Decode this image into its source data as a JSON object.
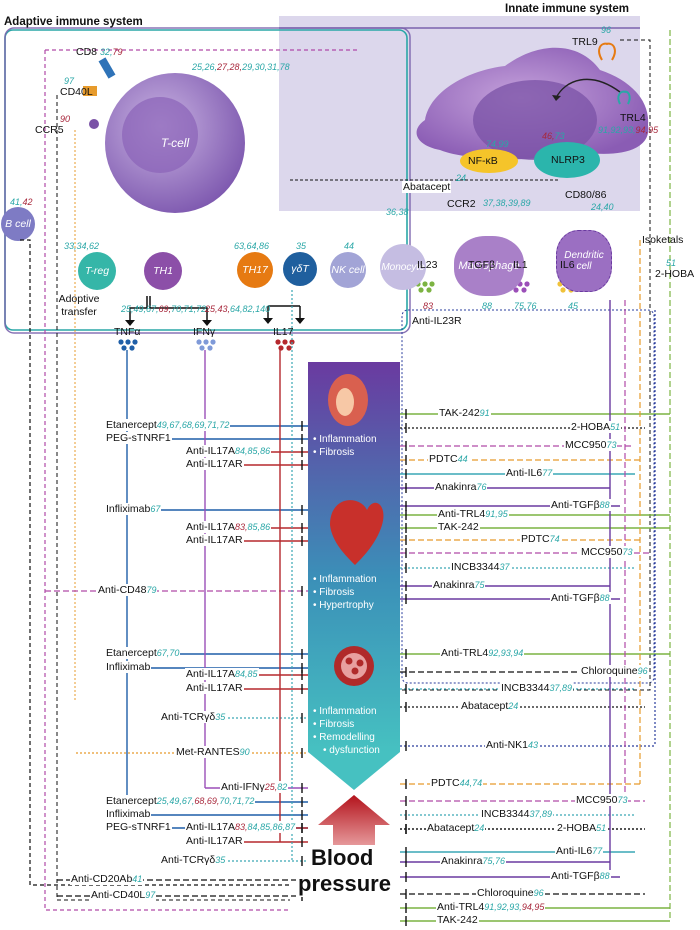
{
  "headers": {
    "adaptive": "Adaptive immune system",
    "innate": "Innate immune system"
  },
  "cells": {
    "tcell": "T-cell",
    "bcell": "B cell",
    "treg": "T-reg",
    "th1": "TH1",
    "th17": "TH17",
    "gdt": "γδT",
    "nk": "NK cell",
    "monocyte": "Monocyte",
    "macrophage": "Macrophage",
    "dendritic": "Dendritic cell",
    "nfkb": "NF-κB",
    "nlrp3": "NLRP3"
  },
  "receptors": {
    "cd8": "CD8",
    "cd40l": "CD40L",
    "ccr5": "CCR5",
    "trl9": "TRL9",
    "trl4": "TRL4",
    "ccr2": "CCR2",
    "cd80": "CD80/86"
  },
  "cytokines": {
    "tnfa": "TNFα",
    "ifng": "IFNγ",
    "il17": "IL17",
    "il23": "IL23",
    "tgfb": "TGFβ",
    "il1": "IL1",
    "il6": "IL6"
  },
  "misc": {
    "adoptive": "Adoptive transfer",
    "abatacept_top": "Abatacept",
    "isoketals": "Isoketals",
    "hoba_top": "2-HOBA",
    "anti_il23r": "Anti-IL23R"
  },
  "organs": {
    "kidney": [
      "Inflammation",
      "Fibrosis"
    ],
    "heart": [
      "Inflammation",
      "Fibrosis",
      "Hypertrophy"
    ],
    "vessel": [
      "Inflammation",
      "Fibrosis",
      "Remodelling",
      "dysfunction"
    ],
    "bp1": "Blood",
    "bp2": "pressure"
  },
  "refs": {
    "cd8": [
      [
        "32",
        "t"
      ],
      [
        "79",
        "r"
      ]
    ],
    "tcell": [
      [
        "25",
        "t"
      ],
      [
        "26",
        "t"
      ],
      [
        "27",
        "r"
      ],
      [
        "28",
        "r"
      ],
      [
        "29",
        "t"
      ],
      [
        "30",
        "t"
      ],
      [
        "31",
        "t"
      ],
      [
        "78",
        "t"
      ]
    ],
    "cd40l": [
      [
        "97",
        "t"
      ]
    ],
    "ccr5": [
      [
        "90",
        "r"
      ]
    ],
    "bcell": [
      [
        "41",
        "t"
      ],
      [
        "42",
        "r"
      ]
    ],
    "treg": [
      [
        "33",
        "t"
      ],
      [
        "34",
        "t"
      ],
      [
        "62",
        "t"
      ]
    ],
    "th17": [
      [
        "63",
        "t"
      ],
      [
        "64",
        "t"
      ],
      [
        "86",
        "t"
      ]
    ],
    "gdt": [
      [
        "35",
        "t"
      ]
    ],
    "nk": [
      [
        "44",
        "t"
      ]
    ],
    "tnfa": [
      [
        "25",
        "t"
      ],
      [
        "49",
        "t"
      ],
      [
        "67",
        "t"
      ],
      [
        "69",
        "r"
      ],
      [
        "70",
        "t"
      ],
      [
        "71",
        "t"
      ],
      [
        "72",
        "t"
      ]
    ],
    "ifng": [
      [
        "25",
        "r"
      ],
      [
        "43",
        "r"
      ],
      [
        "64",
        "t"
      ],
      [
        "82",
        "t"
      ],
      [
        "140",
        "t"
      ]
    ],
    "trl9": [
      [
        "96",
        "t"
      ]
    ],
    "nfkb": [
      [
        "74",
        "t"
      ],
      [
        "99",
        "t"
      ]
    ],
    "nlrp3": [
      [
        "46",
        "r"
      ],
      [
        "73",
        "t"
      ]
    ],
    "trl4": [
      [
        "91",
        "t"
      ],
      [
        "92",
        "t"
      ],
      [
        "93",
        "t"
      ],
      [
        "94",
        "r"
      ],
      [
        "95",
        "r"
      ]
    ],
    "abatacept_top": [
      [
        "24",
        "t"
      ]
    ],
    "monocyte": [
      [
        "36",
        "t"
      ],
      [
        "38",
        "t"
      ]
    ],
    "ccr2": [
      [
        "37",
        "t"
      ],
      [
        "38",
        "t"
      ],
      [
        "39",
        "t"
      ],
      [
        "89",
        "t"
      ]
    ],
    "cd80": [
      [
        "24",
        "t"
      ],
      [
        "40",
        "t"
      ]
    ],
    "isoketals": [
      [
        "51",
        "t"
      ]
    ],
    "anti_il23r": [
      [
        "83",
        "r"
      ]
    ],
    "tgfb": [
      [
        "88",
        "t"
      ]
    ],
    "il1": [
      [
        "75",
        "t"
      ],
      [
        "76",
        "t"
      ]
    ],
    "il6": [
      [
        "45",
        "t"
      ]
    ]
  },
  "left_drugs": [
    {
      "key": "etanercept1",
      "text": "Etanercept",
      "refs": [
        [
          "49",
          "t"
        ],
        [
          "67",
          "t"
        ],
        [
          "68",
          "t"
        ],
        [
          "69",
          "t"
        ],
        [
          "71",
          "t"
        ],
        [
          "72",
          "t"
        ]
      ]
    },
    {
      "key": "pegs1",
      "text": "PEG-sTNRF1",
      "refs": []
    },
    {
      "key": "il17a1",
      "text": "Anti-IL17A",
      "refs": [
        [
          "84",
          "t"
        ],
        [
          "85",
          "t"
        ],
        [
          "86",
          "t"
        ]
      ]
    },
    {
      "key": "il17ar1",
      "text": "Anti-IL17AR",
      "refs": []
    },
    {
      "key": "infliximab1",
      "text": "Infliximab",
      "refs": [
        [
          "67",
          "t"
        ]
      ]
    },
    {
      "key": "il17a2",
      "text": "Anti-IL17A",
      "refs": [
        [
          "83",
          "r"
        ],
        [
          "85",
          "t"
        ],
        [
          "86",
          "t"
        ]
      ]
    },
    {
      "key": "il17ar2",
      "text": "Anti-IL17AR",
      "refs": []
    },
    {
      "key": "cd48",
      "text": "Anti-CD48",
      "refs": [
        [
          "79",
          "t"
        ]
      ]
    },
    {
      "key": "etanercept2",
      "text": "Etanercept",
      "refs": [
        [
          "67",
          "t"
        ],
        [
          "70",
          "t"
        ]
      ]
    },
    {
      "key": "infliximab2",
      "text": "Infliximab",
      "refs": []
    },
    {
      "key": "il17a3",
      "text": "Anti-IL17A",
      "refs": [
        [
          "84",
          "t"
        ],
        [
          "85",
          "t"
        ]
      ]
    },
    {
      "key": "il17ar3",
      "text": "Anti-IL17AR",
      "refs": []
    },
    {
      "key": "tcrgd1",
      "text": "Anti-TCRγδ",
      "refs": [
        [
          "35",
          "t"
        ]
      ]
    },
    {
      "key": "metrantes",
      "text": "Met-RANTES",
      "refs": [
        [
          "90",
          "t"
        ]
      ]
    },
    {
      "key": "antiifng",
      "text": "Anti-IFNγ",
      "refs": [
        [
          "25",
          "r"
        ],
        [
          "82",
          "t"
        ]
      ]
    },
    {
      "key": "etanercept3",
      "text": "Etanercept",
      "refs": [
        [
          "25",
          "t"
        ],
        [
          "49",
          "t"
        ],
        [
          "67",
          "t"
        ],
        [
          "68",
          "r"
        ],
        [
          "69",
          "r"
        ],
        [
          "70",
          "t"
        ],
        [
          "71",
          "t"
        ],
        [
          "72",
          "t"
        ]
      ]
    },
    {
      "key": "infliximab3",
      "text": "Infliximab",
      "refs": []
    },
    {
      "key": "pegs2",
      "text": "PEG-sTNRF1",
      "refs": []
    },
    {
      "key": "il17a4",
      "text": "Anti-IL17A",
      "refs": [
        [
          "83",
          "r"
        ],
        [
          "84",
          "t"
        ],
        [
          "85",
          "t"
        ],
        [
          "86",
          "t"
        ],
        [
          "87",
          "t"
        ]
      ]
    },
    {
      "key": "il17ar4",
      "text": "Anti-IL17AR",
      "refs": []
    },
    {
      "key": "tcrgd2",
      "text": "Anti-TCRγδ",
      "refs": [
        [
          "35",
          "t"
        ]
      ]
    },
    {
      "key": "cd20",
      "text": "Anti-CD20Ab",
      "refs": [
        [
          "41",
          "t"
        ]
      ]
    },
    {
      "key": "cd40l",
      "text": "Anti-CD40L",
      "refs": [
        [
          "97",
          "t"
        ]
      ]
    }
  ],
  "right_drugs": [
    {
      "key": "tak1",
      "text": "TAK-242",
      "refs": [
        [
          "91",
          "t"
        ]
      ]
    },
    {
      "key": "hoba1",
      "text": "2-HOBA",
      "refs": [
        [
          "51",
          "t"
        ]
      ]
    },
    {
      "key": "mcc1",
      "text": "MCC950",
      "refs": [
        [
          "73",
          "t"
        ]
      ]
    },
    {
      "key": "pdtc1",
      "text": "PDTC",
      "refs": [
        [
          "44",
          "t"
        ]
      ]
    },
    {
      "key": "il6a",
      "text": "Anti-IL6",
      "refs": [
        [
          "77",
          "t"
        ]
      ]
    },
    {
      "key": "anakinra1",
      "text": "Anakinra",
      "refs": [
        [
          "76",
          "t"
        ]
      ]
    },
    {
      "key": "tgfb1",
      "text": "Anti-TGFβ",
      "refs": [
        [
          "88",
          "t"
        ]
      ]
    },
    {
      "key": "trl4a",
      "text": "Anti-TRL4",
      "refs": [
        [
          "91",
          "t"
        ],
        [
          "95",
          "t"
        ]
      ]
    },
    {
      "key": "tak2",
      "text": "TAK-242",
      "refs": []
    },
    {
      "key": "pdtc2",
      "text": "PDTC",
      "refs": [
        [
          "74",
          "t"
        ]
      ]
    },
    {
      "key": "mcc2",
      "text": "MCC950",
      "refs": [
        [
          "73",
          "t"
        ]
      ]
    },
    {
      "key": "incb1",
      "text": "INCB3344",
      "refs": [
        [
          "37",
          "t"
        ]
      ]
    },
    {
      "key": "anakinra2",
      "text": "Anakinra",
      "refs": [
        [
          "75",
          "t"
        ]
      ]
    },
    {
      "key": "tgfb2",
      "text": "Anti-TGFβ",
      "refs": [
        [
          "88",
          "t"
        ]
      ]
    },
    {
      "key": "trl4b",
      "text": "Anti-TRL4",
      "refs": [
        [
          "92",
          "t"
        ],
        [
          "93",
          "t"
        ],
        [
          "94",
          "t"
        ]
      ]
    },
    {
      "key": "chloro1",
      "text": "Chloroquine",
      "refs": [
        [
          "96",
          "t"
        ]
      ]
    },
    {
      "key": "incb2",
      "text": "INCB3344",
      "refs": [
        [
          "37",
          "t"
        ],
        [
          "89",
          "t"
        ]
      ]
    },
    {
      "key": "abatacept2",
      "text": "Abatacept",
      "refs": [
        [
          "24",
          "t"
        ]
      ]
    },
    {
      "key": "nk1",
      "text": "Anti-NK1",
      "refs": [
        [
          "43",
          "t"
        ]
      ]
    },
    {
      "key": "pdtc3",
      "text": "PDTC",
      "refs": [
        [
          "44",
          "t"
        ],
        [
          "74",
          "t"
        ]
      ]
    },
    {
      "key": "mcc3",
      "text": "MCC950",
      "refs": [
        [
          "73",
          "t"
        ]
      ]
    },
    {
      "key": "incb3",
      "text": "INCB3344",
      "refs": [
        [
          "37",
          "t"
        ],
        [
          "89",
          "t"
        ]
      ]
    },
    {
      "key": "abatacept3",
      "text": "Abatacept",
      "refs": [
        [
          "24",
          "t"
        ]
      ]
    },
    {
      "key": "hoba2",
      "text": "2-HOBA",
      "refs": [
        [
          "51",
          "t"
        ]
      ]
    },
    {
      "key": "il6b",
      "text": "Anti-IL6",
      "refs": [
        [
          "77",
          "t"
        ]
      ]
    },
    {
      "key": "anakinra3",
      "text": "Anakinra",
      "refs": [
        [
          "75",
          "t"
        ],
        [
          "76",
          "t"
        ]
      ]
    },
    {
      "key": "tgfb3",
      "text": "Anti-TGFβ",
      "refs": [
        [
          "88",
          "t"
        ]
      ]
    },
    {
      "key": "chloro2",
      "text": "Chloroquine",
      "refs": [
        [
          "96",
          "t"
        ]
      ]
    },
    {
      "key": "trl4c",
      "text": "Anti-TRL4",
      "refs": [
        [
          "91",
          "t"
        ],
        [
          "92",
          "t"
        ],
        [
          "93",
          "t"
        ],
        [
          "94",
          "r"
        ],
        [
          "95",
          "r"
        ]
      ]
    },
    {
      "key": "tak3",
      "text": "TAK-242",
      "refs": []
    }
  ],
  "colors": {
    "adaptive_box": "#2aa7a7",
    "innate_box": "#7b64ad",
    "innate_bg": "#dcd7ec",
    "tcell": "#9b78c4",
    "macrophage": "#a980c8",
    "treg": "#35b6a8",
    "th1": "#8c4fa8",
    "th17": "#e67a12",
    "gdt": "#1f5f9e",
    "nk": "#a2a4d6",
    "bcell": "#7e7bc4",
    "tnf": "#1f5fa8",
    "ifn": "#9b4fb8",
    "il17": "#b5282d",
    "green": "#7cb342",
    "orange": "#e79b2c",
    "purple": "#6a3aa0",
    "magenta": "#b04aa8",
    "cyan": "#3aa7b5",
    "navy": "#2a3c9c",
    "black": "#111111",
    "red": "#b5282d"
  }
}
